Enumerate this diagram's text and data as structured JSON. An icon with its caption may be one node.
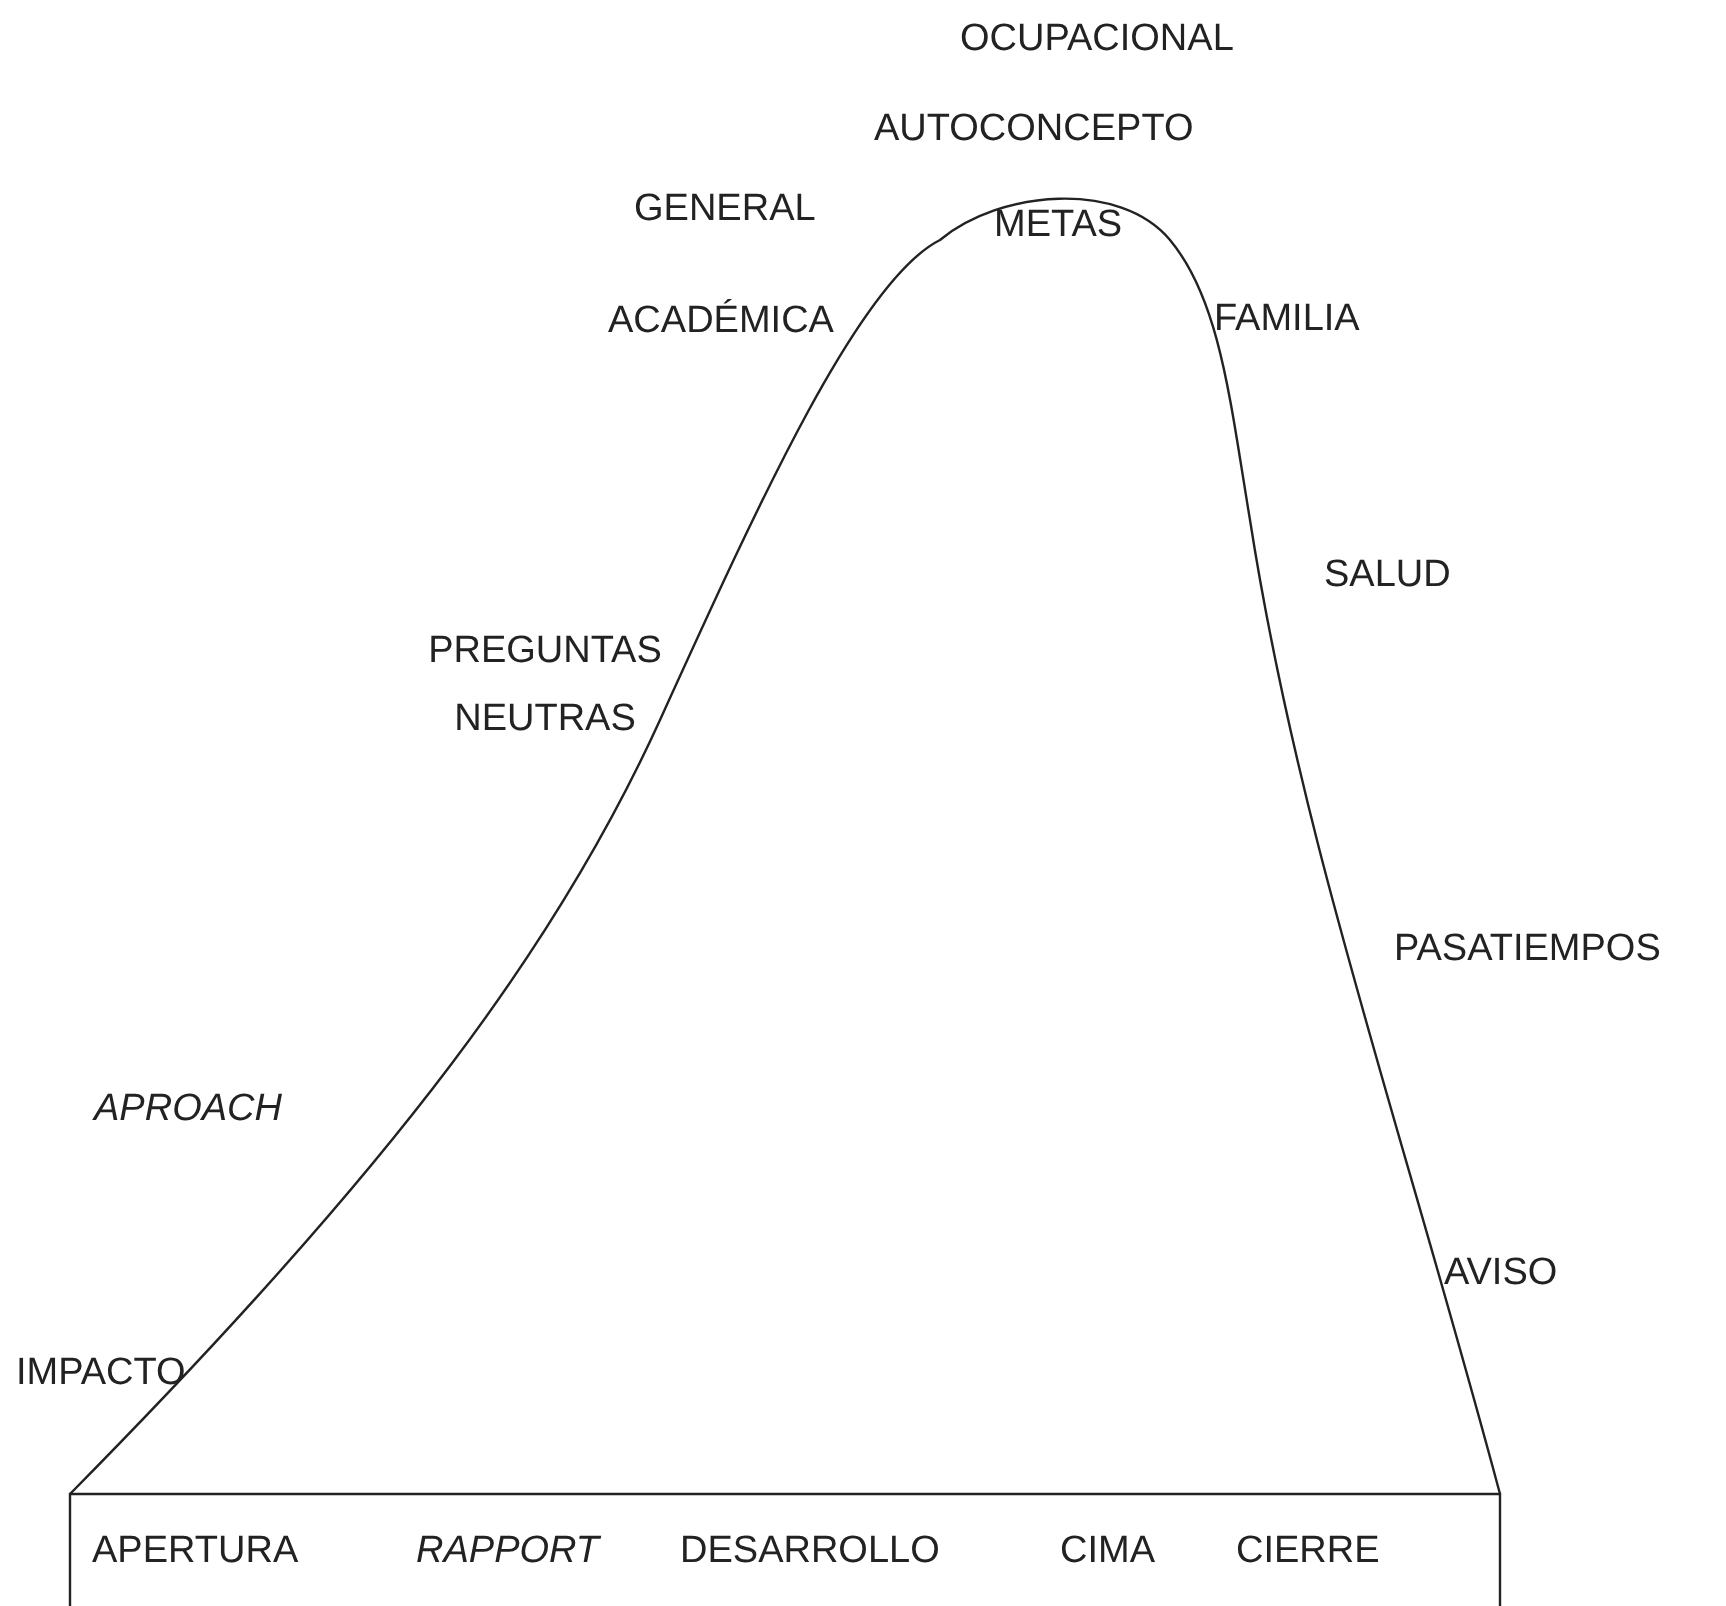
{
  "diagram": {
    "labels": [
      "OCUPACIONAL",
      "AUTOCONCEPTO",
      "GENERAL",
      "METAS",
      "ACADÉMICA",
      "FAMILIA",
      "SALUD",
      "PREGUNTAS NEUTRAS",
      "PASATIEMPOS",
      "APROACH",
      "AVISO",
      "IMPACTO",
      "APERTURA",
      "RAPPORT",
      "DESARROLLO",
      "CIMA",
      "CIERRE"
    ]
  }
}
